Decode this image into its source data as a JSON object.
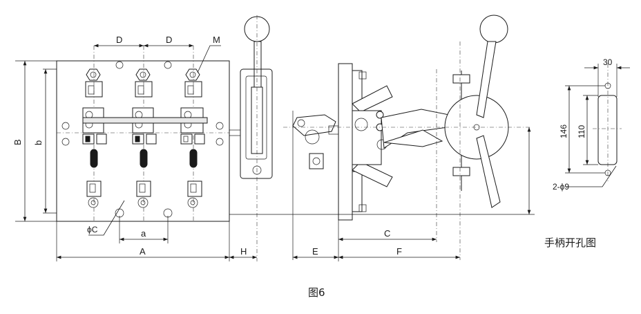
{
  "labels": {
    "D1": "D",
    "D2": "D",
    "M": "M",
    "B": "B",
    "b": "b",
    "phiC": "ϕC",
    "a": "a",
    "A": "A",
    "H": "H",
    "E": "E",
    "C": "C",
    "F": "F",
    "w30": "30",
    "h146": "146",
    "h110": "110",
    "holes": "2-ϕ9"
  },
  "captions": {
    "handle_hole": "手柄开孔图",
    "figure": "图6"
  }
}
